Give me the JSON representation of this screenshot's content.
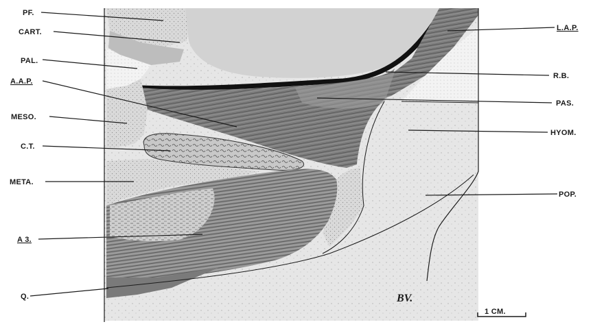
{
  "labels": {
    "pf": "PF.",
    "cart": "CART.",
    "pal": "PAL.",
    "aap": "A.A.P.",
    "meso": "MESO.",
    "ct": "C.T.",
    "meta": "META.",
    "a3": "A 3.",
    "q": "Q.",
    "lap": "L.A.P.",
    "rb": "R.B.",
    "pas": "PAS.",
    "hyom": "HYOM.",
    "pop": "POP."
  },
  "signature": "BV.",
  "scale_bar": {
    "label": "1 CM."
  },
  "colors": {
    "ink": "#1a1a1a",
    "light_tissue": "#dcdcdc",
    "mid_tissue": "#b4b4b4",
    "dark_muscle": "#6e6e6e",
    "orbit": "#d0d0d0",
    "cartilage_white": "#f4f4f4"
  }
}
